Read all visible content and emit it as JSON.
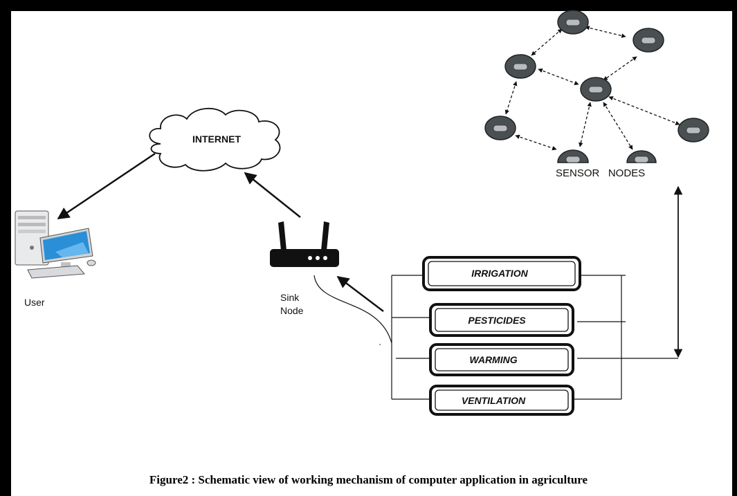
{
  "labels": {
    "internet": "INTERNET",
    "user": "User",
    "sink_line1": "Sink",
    "sink_line2": "Node",
    "sensor_nodes": "SENSOR   NODES"
  },
  "control_boxes": [
    "IRRIGATION",
    "PESTICIDES",
    "WARMING",
    "VENTILATION"
  ],
  "caption": "Figure2 : Schematic view of working mechanism of computer application in agriculture",
  "colors": {
    "frame": "#000000",
    "sensor_node_fill": "#4a4f52",
    "sensor_node_chip": "#b9bcbe",
    "monitor_screen": "#2a8fd6"
  },
  "icons": [
    "desktop-computer-icon",
    "wireless-router-icon",
    "cloud-icon"
  ]
}
